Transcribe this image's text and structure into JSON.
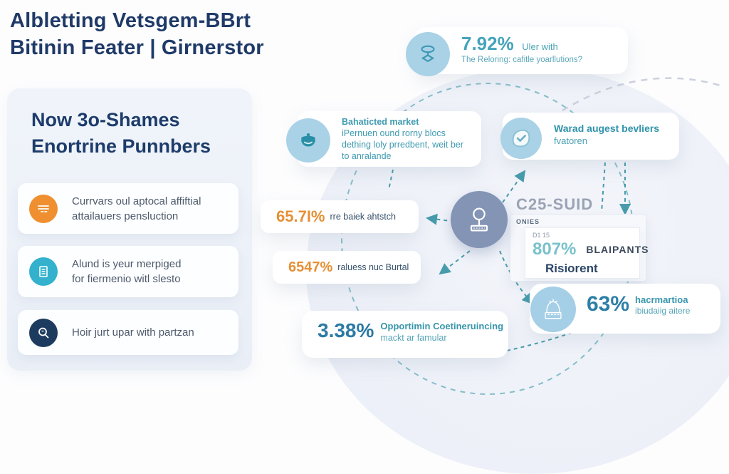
{
  "colors": {
    "navy": "#1f3a68",
    "teal_text": "#3597ae",
    "orange_value": "#e59035",
    "steel_blue_value": "#2b7ca6",
    "light_teal_value": "#79c2cd",
    "icon_orange": "#ef8f2f",
    "icon_teal": "#33b1cd",
    "icon_navy": "#1d3b5e",
    "icon_circle_blue": "#a9d2e7",
    "center_node_grey_blue": "#8394b5",
    "dashed_line_teal": "#2a8c9e",
    "heading_grey": "#9aa3b4"
  },
  "header": {
    "title_line1": "Albletting Vetsgem-BBrt",
    "title_line2": "Bitinin Feater | Girnerstor"
  },
  "sidebar": {
    "heading_line1": "Now 3o-Shames",
    "heading_line2": "Enortrine Punnbers",
    "items": [
      {
        "icon": "cart-icon",
        "line1": "Currvars oul aptocal affiftial",
        "line2": "attailauers pensluction"
      },
      {
        "icon": "document-icon",
        "line1": "Alund is yeur merpiged",
        "line2": "for fiermenio witl slesto"
      },
      {
        "icon": "search-icon",
        "line1": "Hoir jurt upar with partzan",
        "line2": ""
      }
    ]
  },
  "diagram": {
    "top_card": {
      "value": "7.92%",
      "label": "Uler with",
      "sub": "The Reloring: cafitle yoarllutions?"
    },
    "market_card": {
      "lines": [
        "Bahaticted market",
        "iPernuen ound rorny blocs",
        "dething loly prredbent, weit ber",
        "to anralande"
      ]
    },
    "beliefs_card": {
      "line1": "Warad augest bevliers",
      "line2": "fvatoren"
    },
    "stat_orange_1": {
      "value": "65.7I%",
      "label": "rre baiek ahtstch"
    },
    "stat_orange_2": {
      "value": "6547%",
      "label": "raluess nuc Burtal"
    },
    "csuid": {
      "heading": "C25-SUID",
      "tag": "ONIES",
      "sub": "D1 15",
      "value": "807%",
      "value_label": "BLAIPANTS",
      "footer": "Risiorent"
    },
    "building_card": {
      "value": "63%",
      "line1": "hacrmartioa",
      "line2": "ibiudaiig aitere"
    },
    "opportunity_card": {
      "value": "3.38%",
      "line1": "Opportimin Coetineruincing",
      "line2": "mackt ar famular"
    }
  }
}
